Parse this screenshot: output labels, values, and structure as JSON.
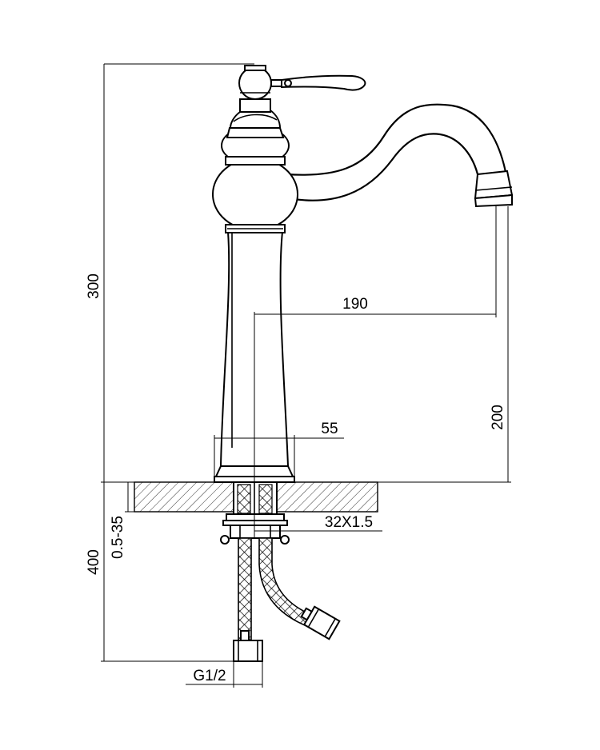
{
  "dimensions": {
    "total_height": "300",
    "reach": "190",
    "spout_height": "200",
    "base_diameter": "55",
    "countertop_thickness": "0.5-35",
    "hose_length": "400",
    "shank_thread": "32X1.5",
    "connection_thread": "G1/2"
  }
}
